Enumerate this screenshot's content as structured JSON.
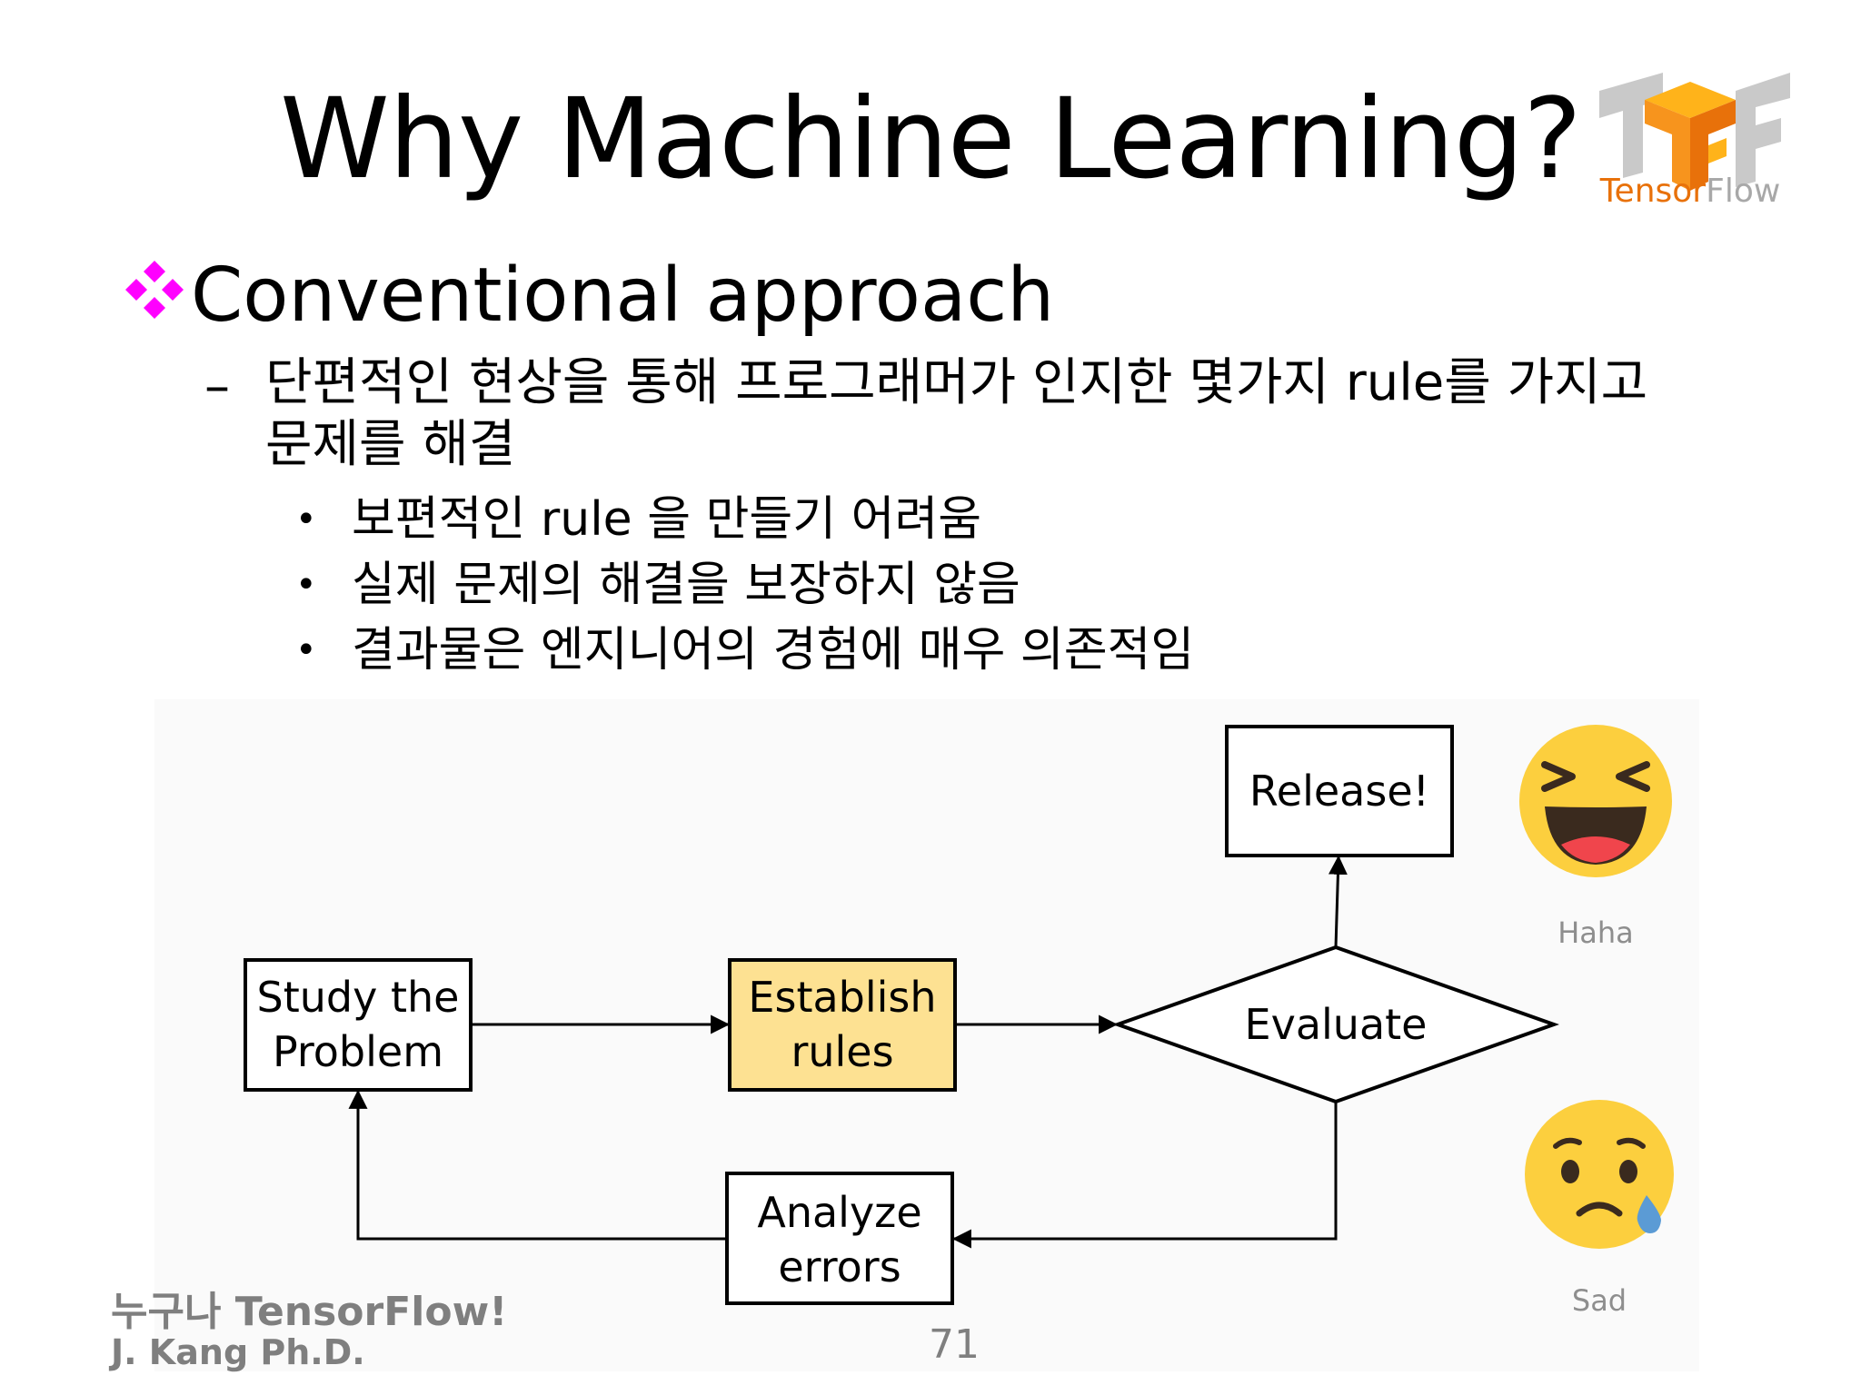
{
  "slide": {
    "title": "Why Machine Learning?",
    "logo_text_tensor": "Tensor",
    "logo_text_flow": "Flow",
    "bullet": "Conventional approach",
    "sub_dash": "–",
    "sub_line1": "단편적인 현상을 통해 프로그래머가 인지한 몇가지 rule를 가지고",
    "sub_line2": "문제를 해결",
    "sub_items": [
      "보편적인 rule 을 만들기 어려움",
      "실제 문제의 해결을 보장하지 않음",
      "결과물은 엔지니어의 경험에 매우 의존적임"
    ],
    "sub_bullet_char": "•"
  },
  "flowchart": {
    "nodes": {
      "study": [
        "Study the",
        "Problem"
      ],
      "establish": [
        "Establish",
        "rules"
      ],
      "evaluate": "Evaluate",
      "release": "Release!",
      "analyze": [
        "Analyze",
        "errors"
      ]
    },
    "colors": {
      "establish_fill": "#fde192",
      "box_stroke": "#000000"
    }
  },
  "reactions": {
    "haha_label": "Haha",
    "sad_label": "Sad"
  },
  "footer": {
    "line1_korean": "누구나",
    "line1_latin": "TensorFlow!",
    "line2": "J. Kang Ph.D.",
    "page_number": "71"
  }
}
